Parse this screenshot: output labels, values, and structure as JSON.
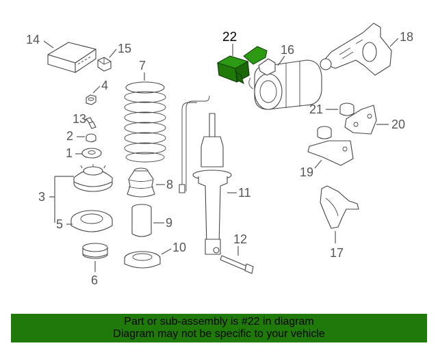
{
  "highlight_color": "#1f7a0a",
  "callouts": {
    "c1": "1",
    "c2": "2",
    "c3": "3",
    "c4": "4",
    "c5": "5",
    "c6": "6",
    "c7": "7",
    "c8": "8",
    "c9": "9",
    "c10": "10",
    "c11": "11",
    "c12": "12",
    "c13": "13",
    "c14": "14",
    "c15": "15",
    "c16": "16",
    "c17": "17",
    "c18": "18",
    "c19": "19",
    "c20": "20",
    "c21": "21",
    "c22": "22"
  },
  "banner": {
    "line1": "Part or sub-assembly is #22 in diagram",
    "line2": "Diagram may not be specific to your vehicle"
  }
}
